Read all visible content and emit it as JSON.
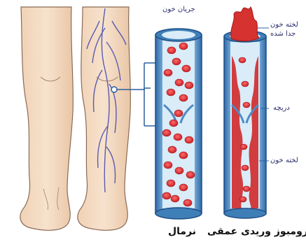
{
  "labels": {
    "blood_flow": "جریان خون",
    "detached_clot_line1": "لخته خون",
    "detached_clot_line2": "جدا شده",
    "valve": "دریچه",
    "blood_clot": "لخته خون",
    "normal_caption": "نرمال",
    "dvt_caption": "ترومبوز وریدی عمقی"
  },
  "colors": {
    "skin": "#f4dcc4",
    "skin_outline": "#8a6a55",
    "vein": "#5a5ab0",
    "vessel_blue": "#3f7fb8",
    "vessel_inner": "#cfe3f3",
    "rbc": "#d8262b",
    "clot": "#cf2a2a",
    "callout": "#2b5f9e"
  }
}
